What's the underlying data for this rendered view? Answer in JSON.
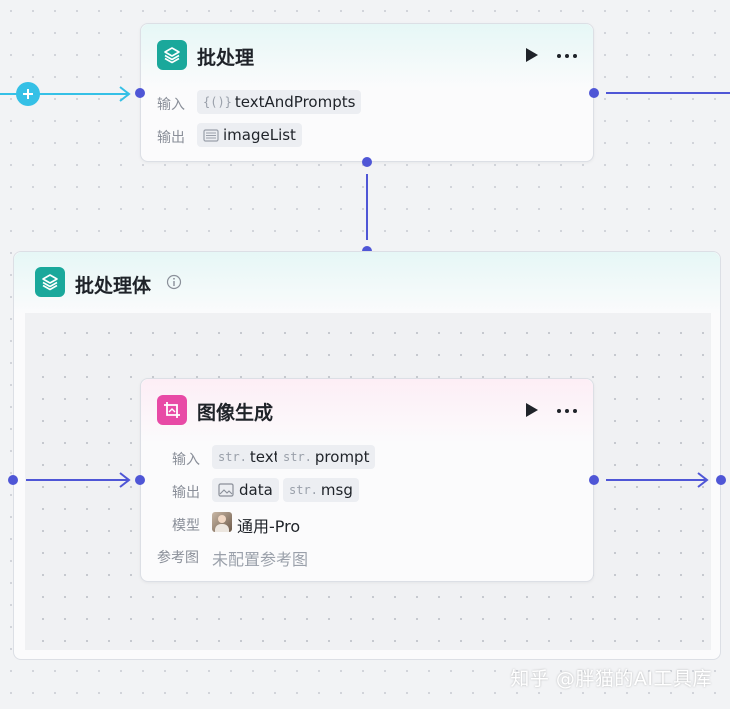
{
  "batch_node": {
    "title": "批处理",
    "input_label": "输入",
    "output_label": "输出",
    "input_tag": "textAndPrompts",
    "output_tag": "imageList",
    "icon": "layers-icon"
  },
  "container": {
    "title": "批处理体",
    "icon": "layers-icon",
    "info_icon": "info-icon"
  },
  "image_node": {
    "title": "图像生成",
    "input_label": "输入",
    "output_label": "输出",
    "model_label": "模型",
    "ref_label": "参考图",
    "inputs": [
      {
        "prefix": "str.",
        "name": "text"
      },
      {
        "prefix": "str.",
        "name": "prompt"
      }
    ],
    "outputs": [
      {
        "prefix": "img",
        "name": "data"
      },
      {
        "prefix": "str.",
        "name": "msg"
      }
    ],
    "model_value": "通用-Pro",
    "ref_value": "未配置参考图",
    "icon": "image-crop-icon"
  },
  "colors": {
    "connector": "#4f56d6",
    "cyan": "#35c0e6",
    "teal_icon": "#1aa89b",
    "pink_icon": "#e84aa6"
  },
  "watermark": "知乎 @胖猫的AI工具库"
}
